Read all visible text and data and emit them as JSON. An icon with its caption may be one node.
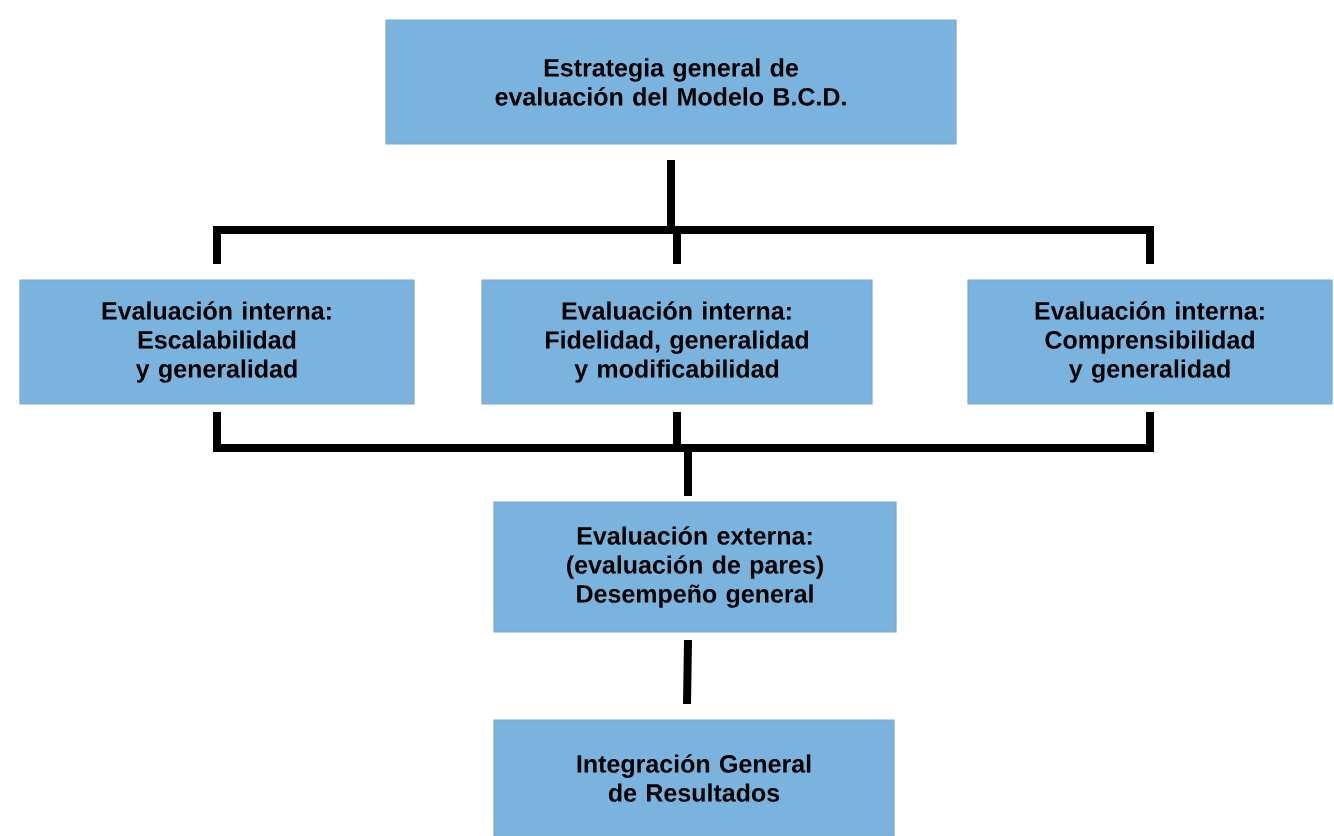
{
  "diagram": {
    "nodes": [
      {
        "text": [
          "Estrategia general de evaluación del Modelo B.C.D."
        ]
      },
      {
        "text": [
          "Evaluación interna: Escalabilidad y generalidad"
        ]
      },
      {
        "text": [
          "Evaluación interna: Fidelidad, generalidad y modificabilidad"
        ]
      },
      {
        "text": [
          "Evaluación interna: Comprensibilidad y generalidad"
        ]
      },
      {
        "text": [
          "Evaluación externa: (evaluación de pares) Desempeño general"
        ]
      },
      {
        "text": [
          "Integración General de Resultados"
        ]
      }
    ],
    "edges": [
      {
        "from": 0,
        "to": 1,
        "arrow": "none"
      },
      {
        "from": 0,
        "to": 2,
        "arrow": "none"
      },
      {
        "from": 0,
        "to": 3,
        "arrow": "none"
      },
      {
        "from": 1,
        "to": 4,
        "arrow": "none"
      },
      {
        "from": 2,
        "to": 4,
        "arrow": "none"
      },
      {
        "from": 3,
        "to": 4,
        "arrow": "none"
      },
      {
        "from": 4,
        "to": 5,
        "arrow": "none"
      }
    ]
  }
}
